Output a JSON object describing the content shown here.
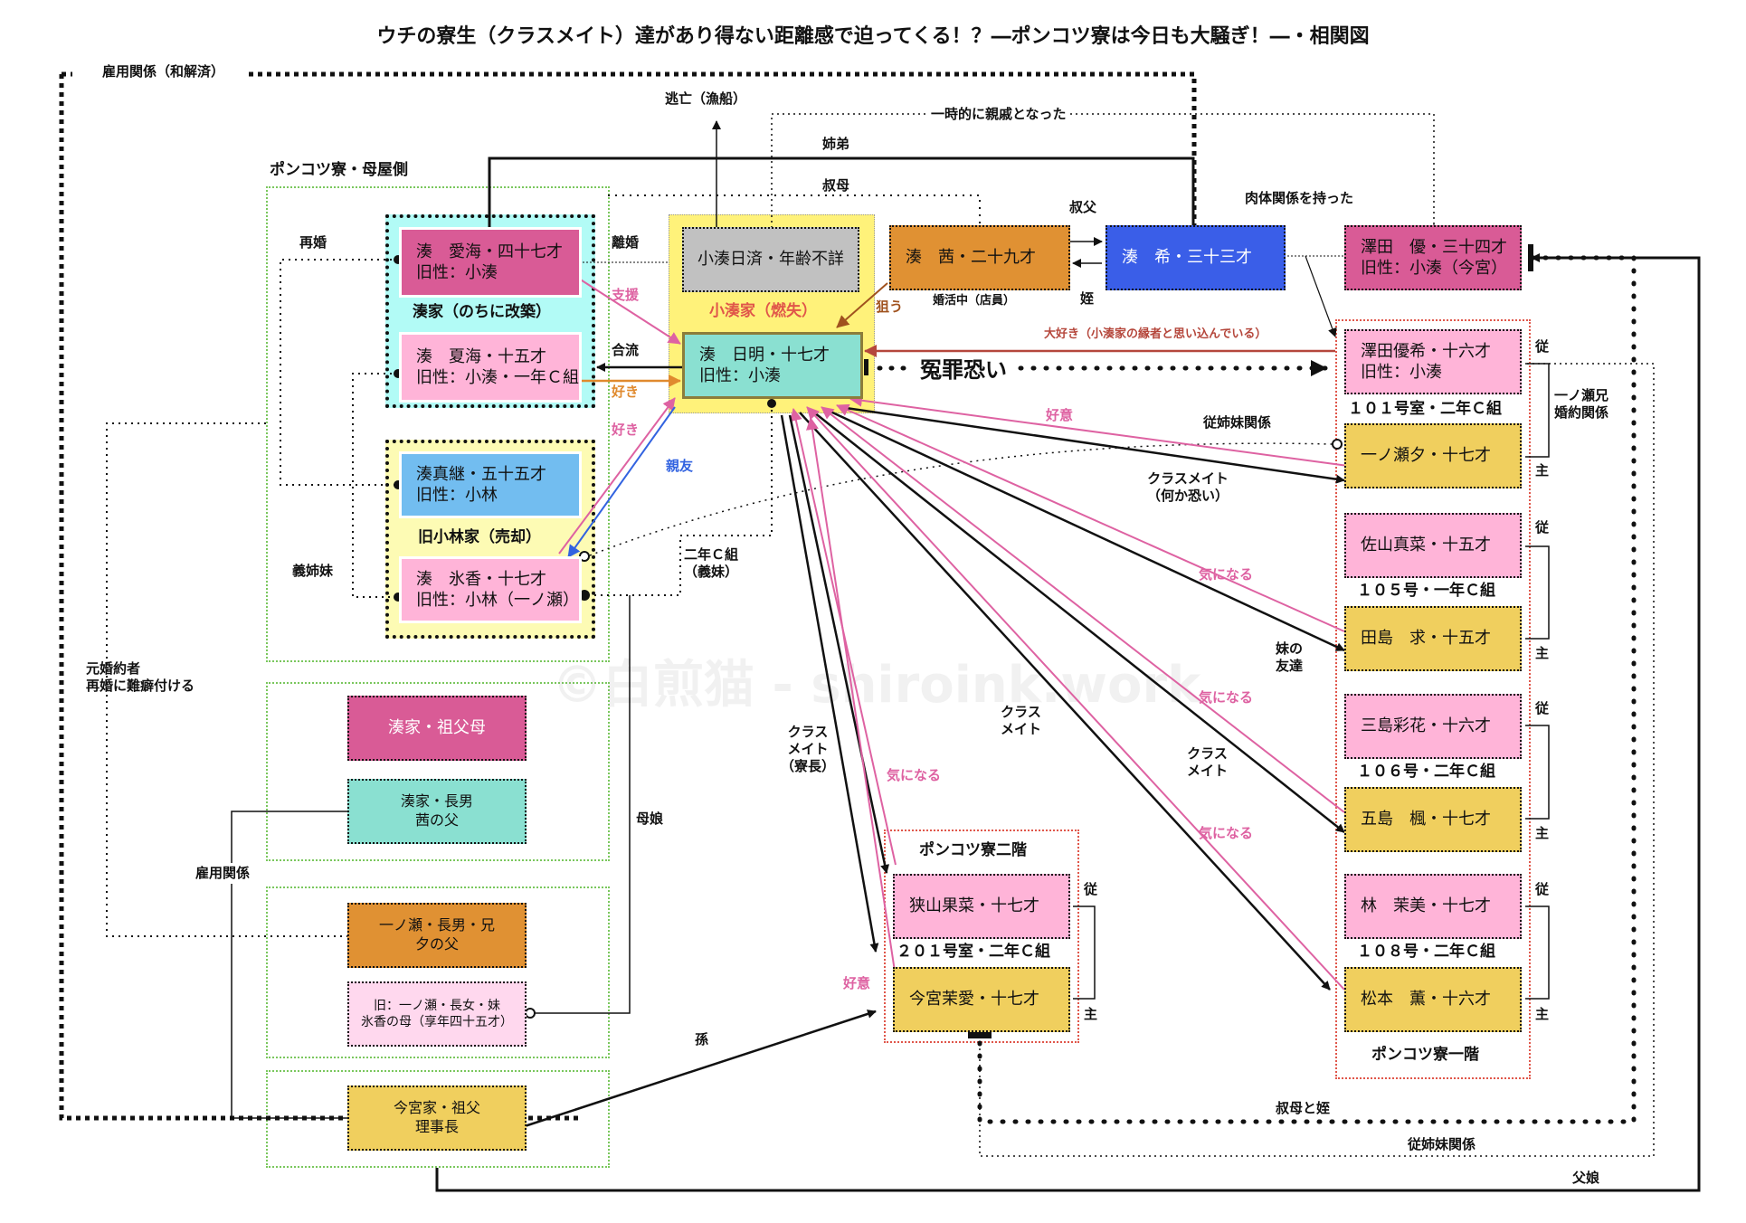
{
  "title": "ウチの寮生（クラスメイト）達があり得ない距離感で迫ってくる！？―ポンコツ寮は今日も大騒ぎ！―・相関図",
  "watermark": "©白煎猫 - shiroink.work",
  "colors": {
    "magenta": "#d95b96",
    "pink": "#ffb4d8",
    "light_pink": "#ffd8ee",
    "teal": "#8ae0d1",
    "gray": "#c1c1c1",
    "orange": "#e09133",
    "blue": "#3a5ee8",
    "sky": "#72bdf0",
    "gold": "#f0cf5e",
    "cyan_zone": "#b2fbf6",
    "yellow_zone": "#fff27a",
    "line_pink": "#de62a2",
    "line_orange": "#e08a2e",
    "line_blue": "#3263e0",
    "line_brown": "#a0521e",
    "line_red": "#b5473c"
  },
  "zones": {
    "main_house": "ポンコツ寮・母屋側",
    "minato_family": "湊家（のちに改築）",
    "kominato_family": "小湊家（燃失）",
    "kobayashi_family": "旧小林家（売却）",
    "second_floor": "ポンコツ寮二階",
    "first_floor": "ポンコツ寮一階"
  },
  "rooms": {
    "r101": "１０１号室・二年Ｃ組",
    "r105": "１０５号・一年Ｃ組",
    "r106": "１０６号・二年Ｃ組",
    "r108": "１０８号・二年Ｃ組",
    "r201": "２０１号室・二年Ｃ組"
  },
  "nodes": {
    "aimi": {
      "line1": "湊　愛海・四十七才",
      "line2": "旧性：小湊"
    },
    "natsumi": {
      "line1": "湊　夏海・十五才",
      "line2": "旧性：小湊・一年Ｃ組"
    },
    "masatsugu": {
      "line1": "湊真継・五十五才",
      "line2": "旧性：小林"
    },
    "hyoka": {
      "line1": "湊　氷香・十七才",
      "line2": "旧性：小林（一ノ瀬）"
    },
    "hizumi": {
      "line1": "小湊日済・年齢不詳"
    },
    "hiaki": {
      "line1": "湊　日明・十七才",
      "line2": "旧性：小湊"
    },
    "akane": {
      "line1": "湊　茜・二十九才"
    },
    "nozomi": {
      "line1": "湊　希・三十三才"
    },
    "sawada_yu": {
      "line1": "澤田　優・三十四才",
      "line2": "旧性：小湊（今宮）"
    },
    "sawada_yuki": {
      "line1": "澤田優希・十六才",
      "line2": "旧性：小湊"
    },
    "ichinose_yu": {
      "line1": "一ノ瀬夕・十七才"
    },
    "sayama_mana": {
      "line1": "佐山真菜・十五才"
    },
    "tajima": {
      "line1": "田島　求・十五才"
    },
    "mishima": {
      "line1": "三島彩花・十六才"
    },
    "goshima": {
      "line1": "五島　楓・十七才"
    },
    "hayashi": {
      "line1": "林　茉美・十七才"
    },
    "matsumoto": {
      "line1": "松本　薫・十六才"
    },
    "sayama_kana": {
      "line1": "狭山果菜・十七才"
    },
    "imamiya_mana": {
      "line1": "今宮茉愛・十七才"
    },
    "grandparents": {
      "line1": "湊家・祖父母"
    },
    "eldest_son": {
      "line1": "湊家・長男",
      "line2": "茜の父"
    },
    "ichinose_son": {
      "line1": "一ノ瀬・長男・兄",
      "line2": "夕の父"
    },
    "ichinose_daughter": {
      "line1": "旧：一ノ瀬・長女・妹",
      "line2": "氷香の母（享年四十五才）"
    },
    "imamiya_grandfather": {
      "line1": "今宮家・祖父",
      "line2": "理事長"
    }
  },
  "relations": {
    "employment_settled": "雇用関係（和解済）",
    "escape": "逃亡（漁船）",
    "temp_relatives": "一時的に親戚となった",
    "siblings": "姉弟",
    "aunt": "叔母",
    "uncle": "叔父",
    "niece": "姪",
    "konkatsu": "婚活中（店員）",
    "physical": "肉体関係を持った",
    "remarriage": "再婚",
    "divorce": "離婚",
    "support": "支援",
    "merge": "合流",
    "like1": "好き",
    "like2": "好き",
    "best_friend": "親友",
    "aim": "狙う",
    "love_belief": "大好き（小湊家の縁者と思い込んでいる）",
    "false_charge": "冤罪恐い",
    "favor1": "好意",
    "cousin1": "従姉妹関係",
    "classmate_scary_1": "クラスメイト",
    "classmate_scary_2": "（何か恐い）",
    "curious1": "気になる",
    "curious2": "気になる",
    "curious3": "気になる",
    "curious4": "気になる",
    "sister_friend_1": "妹の",
    "sister_friend_2": "友達",
    "classmate_a1": "クラス",
    "classmate_a2": "メイト",
    "classmate_b1": "クラス",
    "classmate_b2": "メイト",
    "classmate_c1": "クラス",
    "classmate_c2": "メイト",
    "classmate_c3": "（寮長）",
    "favor2": "好意",
    "class2c_1": "二年Ｃ組",
    "class2c_2": "（義妹）",
    "step_sisters": "義姉妹",
    "ex_fiance_1": "元婚約者",
    "ex_fiance_2": "再婚に難癖付ける",
    "employment": "雇用関係",
    "mother_daughter": "母娘",
    "grandchild": "孫",
    "aunt_niece": "叔母と姪",
    "cousin2": "従姉妹関係",
    "father_daughter": "父娘",
    "ichinose_engaged_1": "一ノ瀬兄",
    "ichinose_engaged_2": "婚約関係",
    "follower": "従",
    "master": "主"
  }
}
